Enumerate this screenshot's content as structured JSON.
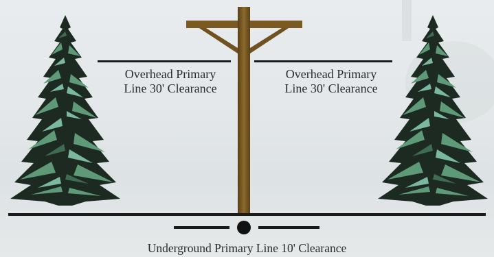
{
  "overhead_left": {
    "line1": "Overhead Primary",
    "line2": "Line 30' Clearance"
  },
  "overhead_right": {
    "line1": "Overhead Primary",
    "line2": "Line 30' Clearance"
  },
  "underground": {
    "label": "Underground Primary Line 10' Clearance"
  },
  "colors": {
    "pole": "#7a5a22",
    "line": "#1b1b1b",
    "tree_dark": "#1c2a22",
    "tree_green": "#5f9a78",
    "tree_teal": "#7ab8a2",
    "trunk": "#6b5a3e"
  }
}
